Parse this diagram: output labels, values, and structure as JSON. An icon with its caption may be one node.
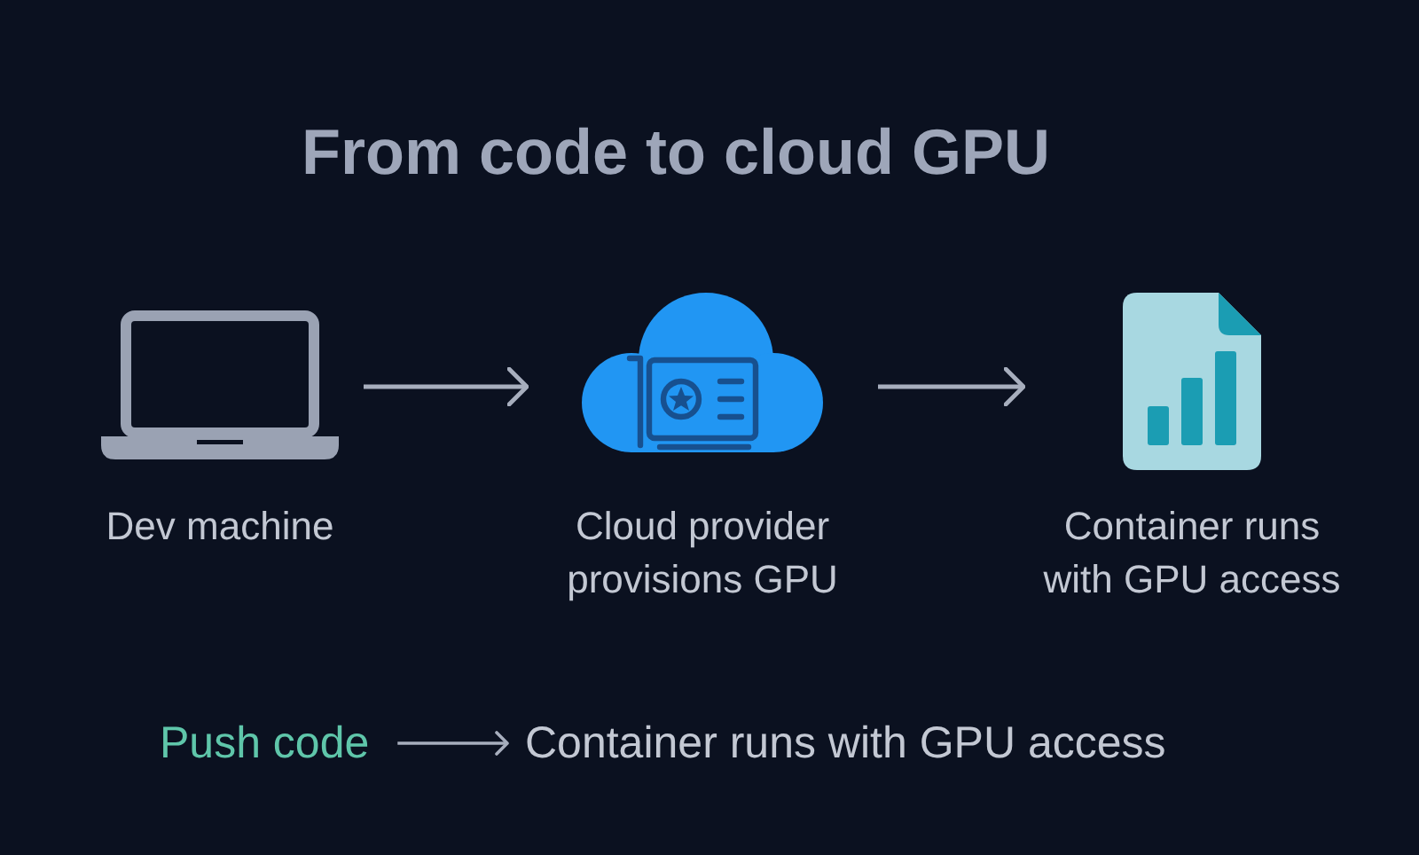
{
  "diagram": {
    "title": "From code to cloud GPU",
    "nodes": [
      {
        "text": [
          "Dev machine"
        ]
      },
      {
        "text": [
          "Cloud provider provisions GPU"
        ]
      },
      {
        "text": [
          "Container runs with GPU access"
        ]
      },
      {
        "text": [
          "Push code"
        ]
      },
      {
        "text": [
          "Container runs with GPU access"
        ]
      }
    ],
    "edges": [
      {
        "from": 0,
        "to": 1,
        "arrow": "to"
      },
      {
        "from": 1,
        "to": 2,
        "arrow": "to"
      },
      {
        "from": 3,
        "to": 4,
        "arrow": "to"
      }
    ]
  }
}
